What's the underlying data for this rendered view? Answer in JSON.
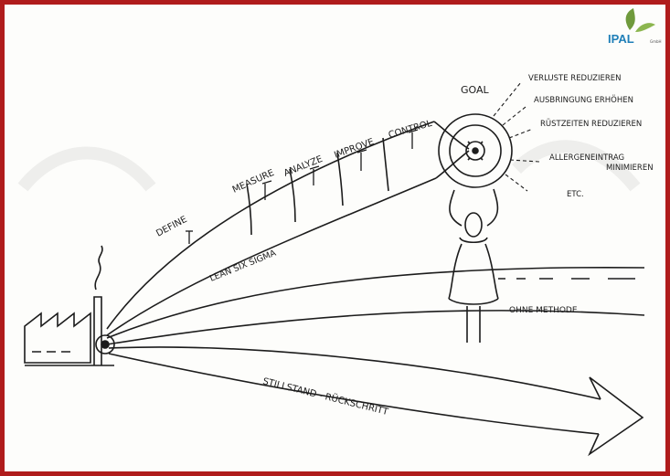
{
  "colors": {
    "frame_border": "#b01c1c",
    "ink": "#1c1c1c",
    "logo_text": "#1f7fb8",
    "logo_leaf": "#6f9a3c",
    "paper": "#fdfdfb"
  },
  "logo": {
    "text": "IPAL",
    "subtext": "GmbH"
  },
  "phases": [
    "DEFINE",
    "MEASURE",
    "ANALYZE",
    "IMPROVE",
    "CONTROL"
  ],
  "goal": {
    "label": "GOAL",
    "items": [
      "VERLUSTE REDUZIEREN",
      "AUSBRINGUNG ERHÖHEN",
      "RÜSTZEITEN REDUZIEREN",
      "ALLERGENEINTRAG",
      "MINIMIEREN",
      "ETC."
    ]
  },
  "paths": {
    "lean": "LEAN SIX SIGMA",
    "no_method": "OHNE METHODE",
    "standstill": "STILLSTAND - RÜCKSCHRITT"
  }
}
